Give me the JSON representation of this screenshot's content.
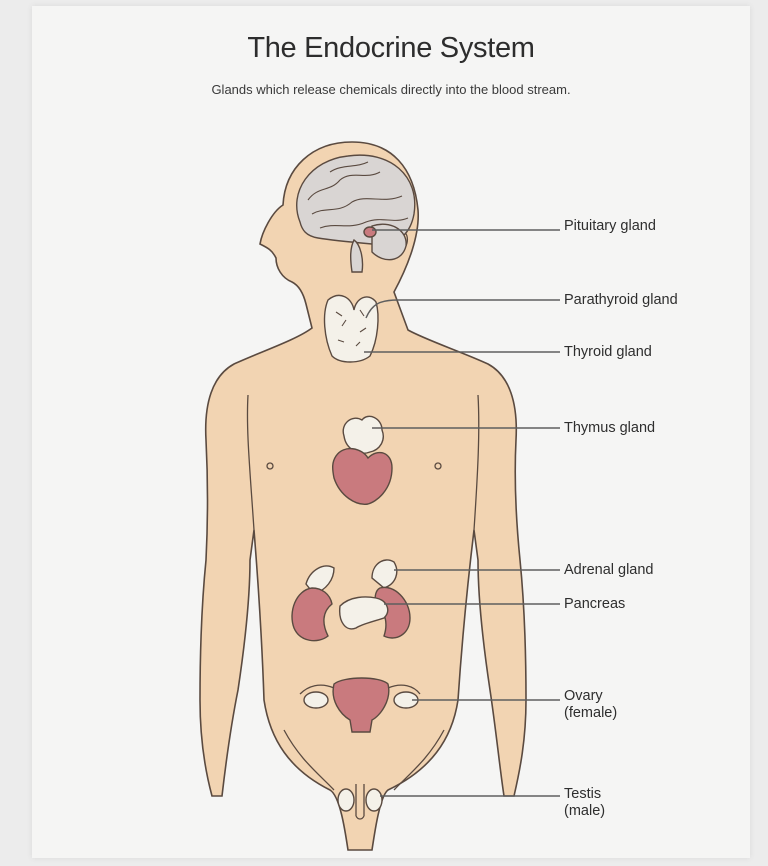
{
  "title": "The Endocrine System",
  "subtitle": "Glands which release chemicals directly into the blood stream.",
  "colors": {
    "skin": "#f2d4b2",
    "outline": "#5a4a40",
    "organ": "#c97a7e",
    "gland": "#f4f1e9",
    "brain": "#d9d5d3",
    "line": "#5e5e5e"
  },
  "labels": {
    "pituitary": "Pituitary gland",
    "parathyroid": "Parathyroid gland",
    "thyroid": "Thyroid gland",
    "thymus": "Thymus gland",
    "adrenal": "Adrenal gland",
    "pancreas": "Pancreas",
    "ovary": "Ovary\n(female)",
    "testis": "Testis\n(male)"
  }
}
